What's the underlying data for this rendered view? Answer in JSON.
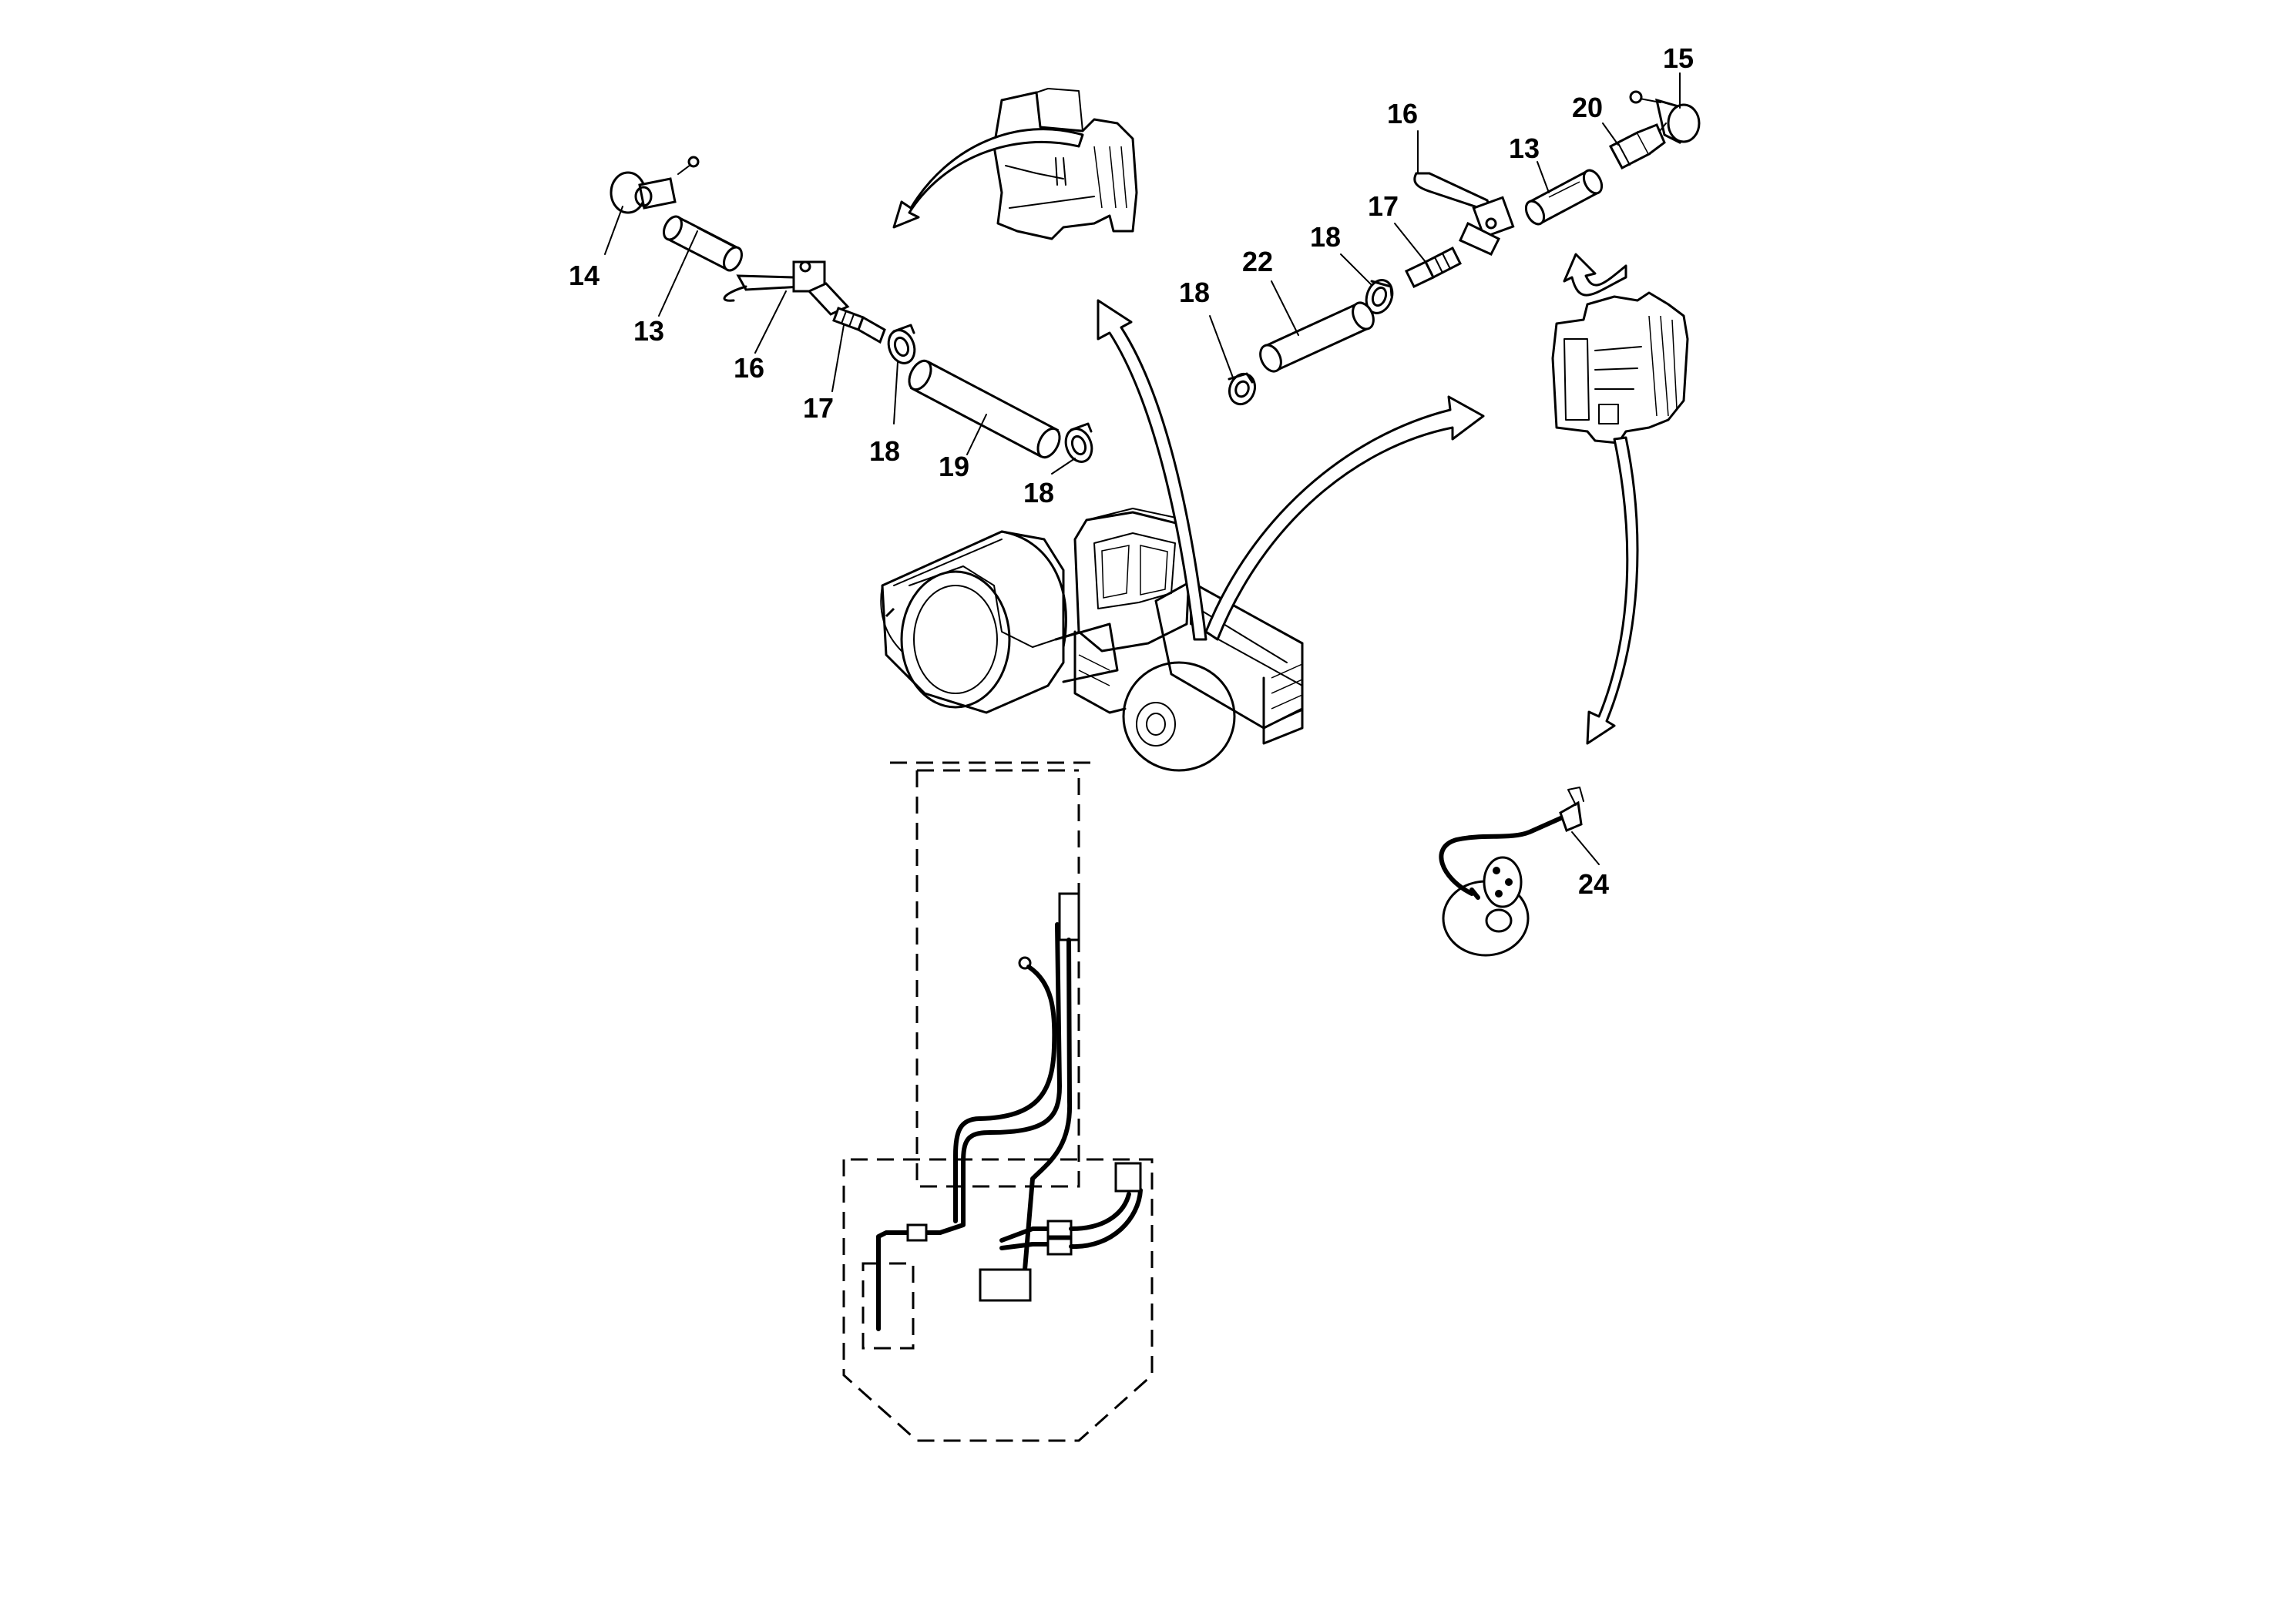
{
  "callouts": [
    {
      "id": "c14a",
      "text": "14"
    },
    {
      "id": "c13a",
      "text": "13"
    },
    {
      "id": "c16a",
      "text": "16"
    },
    {
      "id": "c17a",
      "text": "17"
    },
    {
      "id": "c18a",
      "text": "18"
    },
    {
      "id": "c19a",
      "text": "19"
    },
    {
      "id": "c18b",
      "text": "18"
    },
    {
      "id": "c15b",
      "text": "15"
    },
    {
      "id": "c20b",
      "text": "20"
    },
    {
      "id": "c16b",
      "text": "16"
    },
    {
      "id": "c13b",
      "text": "13"
    },
    {
      "id": "c17b",
      "text": "17"
    },
    {
      "id": "c18c",
      "text": "18"
    },
    {
      "id": "c22b",
      "text": "22"
    },
    {
      "id": "c18d",
      "text": "18"
    },
    {
      "id": "c24c",
      "text": "24"
    }
  ]
}
